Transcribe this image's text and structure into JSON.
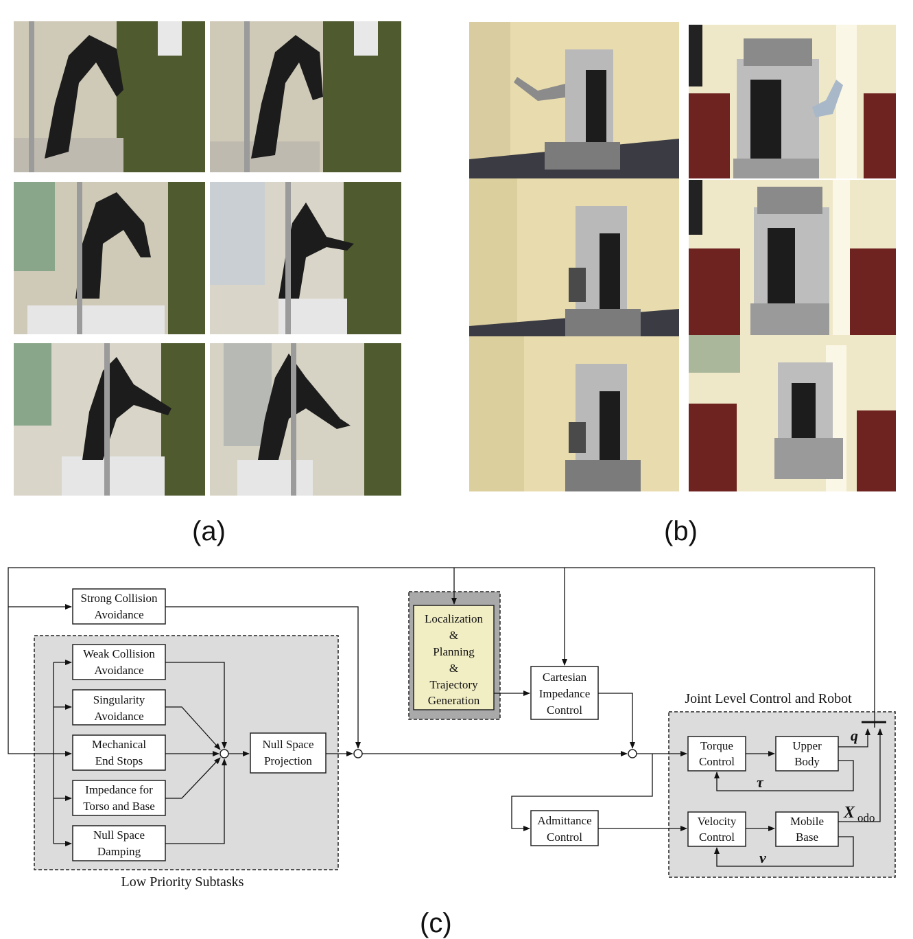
{
  "panels": {
    "a": "(a)",
    "b": "(b)",
    "c": "(c)"
  },
  "diagram": {
    "blocks": {
      "strong_collision": [
        "Strong Collision",
        "Avoidance"
      ],
      "weak_collision": [
        "Weak Collision",
        "Avoidance"
      ],
      "singularity": [
        "Singularity",
        "Avoidance"
      ],
      "mech_end_stops": [
        "Mechanical",
        "End Stops"
      ],
      "impedance_torso": [
        "Impedance for",
        "Torso and Base"
      ],
      "null_damping": [
        "Null Space",
        "Damping"
      ],
      "null_projection": [
        "Null Space",
        "Projection"
      ],
      "localization": [
        "Localization",
        "&",
        "Planning",
        "&",
        "Trajectory",
        "Generation"
      ],
      "cartesian": [
        "Cartesian",
        "Impedance",
        "Control"
      ],
      "admittance": [
        "Admittance",
        "Control"
      ],
      "torque": [
        "Torque",
        "Control"
      ],
      "upper_body": [
        "Upper",
        "Body"
      ],
      "velocity": [
        "Velocity",
        "Control"
      ],
      "mobile_base": [
        "Mobile",
        "Base"
      ]
    },
    "group_labels": {
      "low_priority": "Low Priority Subtasks",
      "joint_level": "Joint Level Control and Robot"
    },
    "symbols": {
      "q": "q",
      "tau": "τ",
      "x": "X",
      "x_sub": "odo",
      "v": "v"
    }
  },
  "colors": {
    "group_fill": "#dcdcdc",
    "localization_fill": "#f1eec4",
    "localization_frame": "#a9a9a9",
    "wall_green": "#4f5a2e",
    "wall_cream": "#e8dcae",
    "cabinet_red": "#6e2320"
  }
}
